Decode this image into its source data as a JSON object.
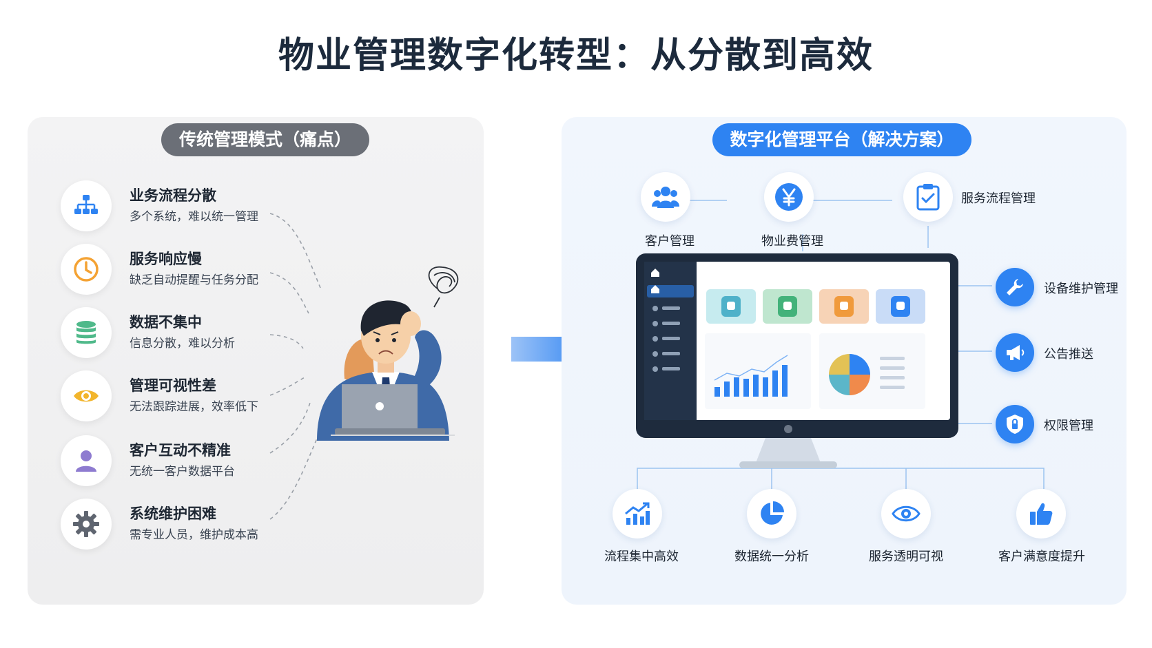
{
  "title": "物业管理数字化转型：从分散到高效",
  "traditional": {
    "header": "传统管理模式（痛点）",
    "items": [
      {
        "title": "业务流程分散",
        "desc": "多个系统，难以统一管理",
        "icon": "org-chart-icon",
        "color": "#2e83f2"
      },
      {
        "title": "服务响应慢",
        "desc": "缺乏自动提醒与任务分配",
        "icon": "clock-icon",
        "color": "#f4a233"
      },
      {
        "title": "数据不集中",
        "desc": "信息分散，难以分析",
        "icon": "database-icon",
        "color": "#4fb98a"
      },
      {
        "title": "管理可视性差",
        "desc": "无法跟踪进展，效率低下",
        "icon": "eye-icon",
        "color": "#f2b52c"
      },
      {
        "title": "客户互动不精准",
        "desc": "无统一客户数据平台",
        "icon": "user-icon",
        "color": "#8e7bd0"
      },
      {
        "title": "系统维护困难",
        "desc": "需专业人员，维护成本高",
        "icon": "gear-icon",
        "color": "#5f6570"
      }
    ]
  },
  "digital": {
    "header": "数字化管理平台（解决方案）",
    "top": [
      {
        "label": "客户管理",
        "icon": "users-icon"
      },
      {
        "label": "物业费管理",
        "icon": "yen-icon"
      },
      {
        "label": "服务流程管理",
        "icon": "clipboard-icon"
      }
    ],
    "right": [
      {
        "label": "设备维护管理",
        "icon": "wrench-icon"
      },
      {
        "label": "公告推送",
        "icon": "megaphone-icon"
      },
      {
        "label": "权限管理",
        "icon": "shield-icon"
      }
    ],
    "bottom": [
      {
        "label": "流程集中高效",
        "icon": "trend-chart-icon"
      },
      {
        "label": "数据统一分析",
        "icon": "pie-chart-icon"
      },
      {
        "label": "服务透明可视",
        "icon": "eye-icon"
      },
      {
        "label": "客户满意度提升",
        "icon": "thumbs-up-icon"
      }
    ]
  },
  "colors": {
    "accent": "#2e83f2",
    "gray_header": "#6b6f77",
    "monitor_frame": "#1e2b3d"
  }
}
